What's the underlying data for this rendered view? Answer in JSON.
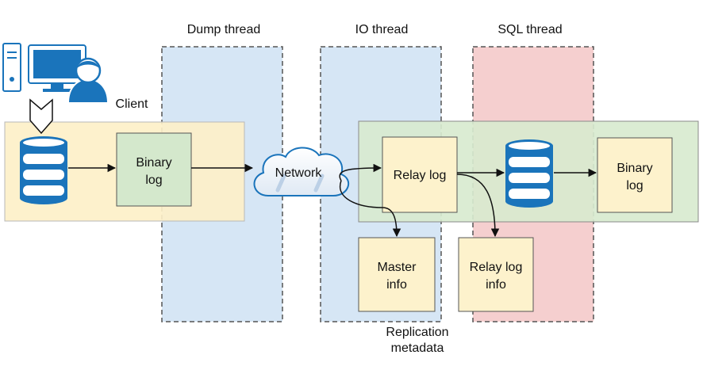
{
  "lanes": {
    "dump": {
      "label": "Dump thread"
    },
    "io": {
      "label": "IO thread"
    },
    "sql": {
      "label": "SQL thread"
    }
  },
  "client": {
    "label": "Client"
  },
  "nodes": {
    "binary_log_source": {
      "line1": "Binary",
      "line2": "log"
    },
    "network": {
      "label": "Network"
    },
    "relay_log": {
      "label": "Relay log"
    },
    "binary_log_replica": {
      "line1": "Binary",
      "line2": "log"
    },
    "master_info": {
      "line1": "Master",
      "line2": "info"
    },
    "relay_log_info": {
      "line1": "Relay log",
      "line2": "info"
    }
  },
  "annotations": {
    "replication_metadata": {
      "line1": "Replication",
      "line2": "metadata"
    }
  },
  "colors": {
    "lane_blue": "#d6e6f5",
    "lane_red": "#f5cfcf",
    "source_bg": "#fdf0c8",
    "replica_bg": "#d8eacf",
    "box_yellow": "#fdf2cc",
    "box_green": "#d4e8cc",
    "db_blue": "#1a74bb",
    "outline": "#555555"
  }
}
